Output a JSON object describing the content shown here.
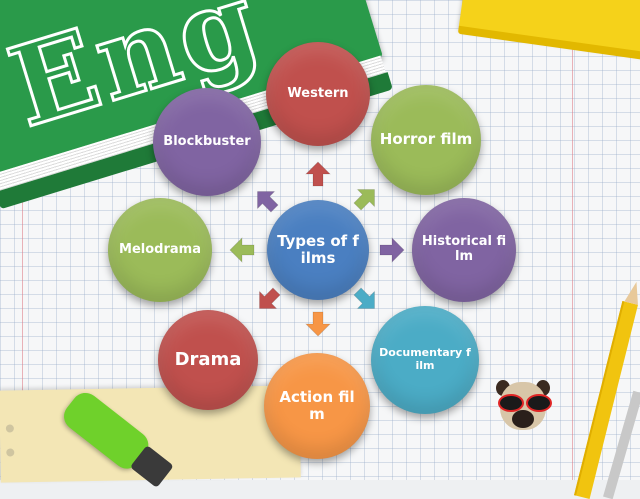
{
  "book": {
    "text": "Eng"
  },
  "diagram": {
    "center": {
      "label": "Types of films",
      "color": "#4a7fc1"
    },
    "nodes": [
      {
        "id": "western",
        "label": "Western",
        "color": "#c0504d"
      },
      {
        "id": "horror",
        "label": "Horror film",
        "color": "#9bbb59"
      },
      {
        "id": "historical",
        "label": "Historical film",
        "color": "#8064a2"
      },
      {
        "id": "documentary",
        "label": "Documentary film",
        "color": "#4bacc6"
      },
      {
        "id": "action",
        "label": "Action film",
        "color": "#f79646"
      },
      {
        "id": "drama",
        "label": "Drama",
        "color": "#c0504d"
      },
      {
        "id": "melodrama",
        "label": "Melodrama",
        "color": "#9bbb59"
      },
      {
        "id": "blockbuster",
        "label": "Blockbuster",
        "color": "#8064a2"
      }
    ]
  }
}
